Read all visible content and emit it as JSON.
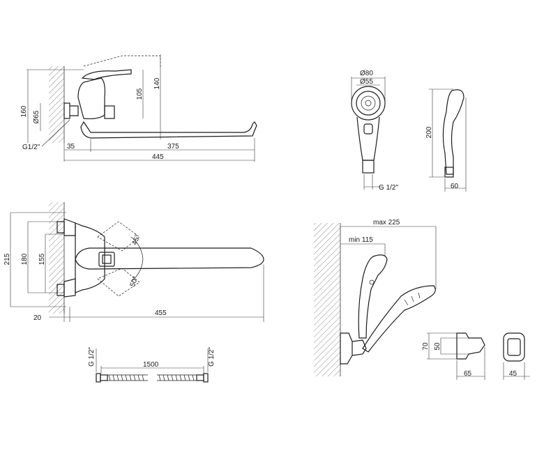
{
  "side_view": {
    "dims": {
      "height_total": "160",
      "height_spout": "140",
      "height_body": "105",
      "diameter_flange": "Ø65",
      "thread": "G1/2\"",
      "offset": "35",
      "spout_reach": "375",
      "total_length": "445"
    }
  },
  "hand_shower": {
    "dims": {
      "head_outer": "Ø80",
      "head_inner": "Ø55",
      "length": "200",
      "thread": "G 1/2\"",
      "depth": "60"
    }
  },
  "top_view": {
    "dims": {
      "height_total": "215",
      "height_a": "180",
      "height_b": "155",
      "angle_up": "45°",
      "angle_down": "50°",
      "wall_offset": "20",
      "total_reach": "455"
    }
  },
  "hose": {
    "dims": {
      "thread_left": "G 1/2\"",
      "thread_right": "G 1/2\"",
      "length": "1500"
    }
  },
  "holder_view": {
    "dims": {
      "max_reach": "max 225",
      "min_reach": "min 115",
      "height_a": "70",
      "height_b": "50",
      "depth": "65",
      "width": "45"
    }
  }
}
